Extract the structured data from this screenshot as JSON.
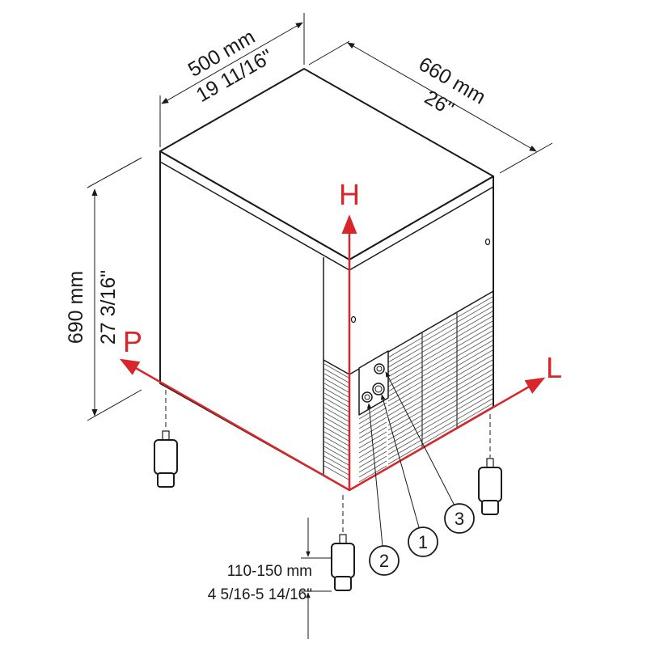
{
  "dimensions": {
    "width": {
      "metric": "500 mm",
      "imperial": "19 11/16\""
    },
    "depth": {
      "metric": "660 mm",
      "imperial": "26\""
    },
    "height": {
      "metric": "690 mm",
      "imperial": "27 3/16\""
    },
    "feet": {
      "metric": "110-150 mm",
      "imperial": "4 5/16-5 14/16\""
    }
  },
  "axes": {
    "height": "H",
    "left": "L",
    "depth": "P"
  },
  "callouts": [
    "1",
    "2",
    "3"
  ],
  "colors": {
    "axis": "#d9262a",
    "line": "#1a1a1a"
  }
}
